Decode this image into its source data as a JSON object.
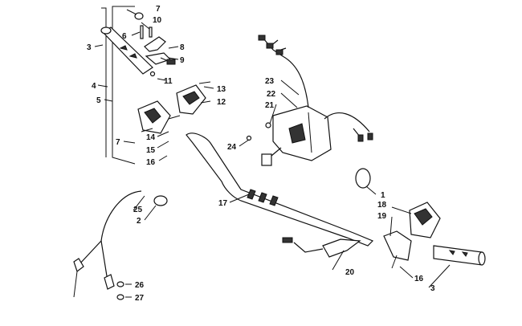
{
  "labels": {
    "l1": "1",
    "l2": "2",
    "l3a": "3",
    "l3b": "3",
    "l4": "4",
    "l5": "5",
    "l6": "6",
    "l7a": "7",
    "l7b": "7",
    "l8": "8",
    "l9": "9",
    "l10": "10",
    "l11": "11",
    "l12": "12",
    "l13": "13",
    "l14": "14",
    "l15": "15",
    "l16a": "16",
    "l16b": "16",
    "l17": "17",
    "l18": "18",
    "l19": "19",
    "l20": "20",
    "l21": "21",
    "l22": "22",
    "l23": "23",
    "l24": "24",
    "l25": "25",
    "l26": "26",
    "l27": "27"
  }
}
